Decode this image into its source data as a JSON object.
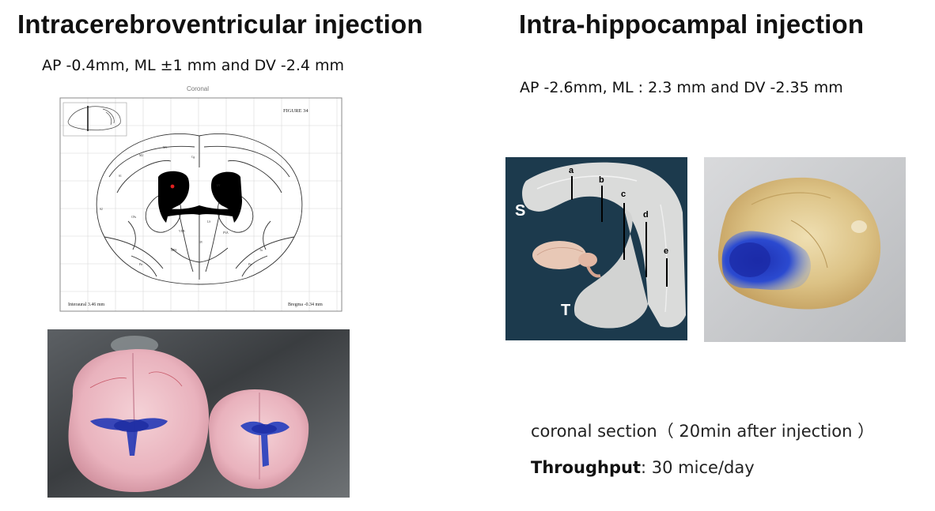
{
  "left": {
    "title": "Intracerebroventricular injection",
    "coordinates": "AP -0.4mm, ML ±1 mm and DV -2.4 mm",
    "atlas": {
      "header_label": "Coronal",
      "figure_label": "FIGURE 34",
      "interaural_label": "Interaural 3.46 mm",
      "bregma_label": "Bregma -0.34 mm"
    }
  },
  "right": {
    "title": "Intra-hippocampal injection",
    "coordinates": "AP -2.6mm, ML : 2.3 mm and DV -2.35 mm",
    "hippocampus_labels": {
      "septal": "S",
      "temporal": "T",
      "levels": [
        "a",
        "b",
        "c",
        "d",
        "e"
      ]
    },
    "caption": "coronal section（ 20min after injection ）",
    "throughput_label": "Throughput",
    "throughput_value": ": 30 mice/day"
  },
  "colors": {
    "dye_blue": "#2236b8",
    "ventricle_black": "#000000",
    "hippocampus_bg": "#1d3a4e",
    "tissue_pink": "#e9b4bf",
    "tissue_yellow": "#d9bf7a"
  }
}
